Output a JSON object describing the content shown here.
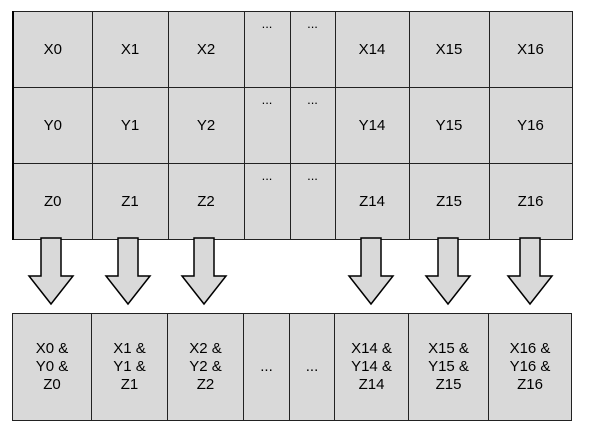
{
  "columns": [
    "0",
    "1",
    "2",
    "...",
    "...",
    "14",
    "15",
    "16"
  ],
  "rows": [
    {
      "name": "x",
      "cells": [
        "X0",
        "X1",
        "X2",
        "...",
        "...",
        "X14",
        "X15",
        "X16"
      ]
    },
    {
      "name": "y",
      "cells": [
        "Y0",
        "Y1",
        "Y2",
        "...",
        "...",
        "Y14",
        "Y15",
        "Y16"
      ]
    },
    {
      "name": "z",
      "cells": [
        "Z0",
        "Z1",
        "Z2",
        "...",
        "...",
        "Z14",
        "Z15",
        "Z16"
      ]
    }
  ],
  "result": [
    "X0 &\nY0 &\nZ0",
    "X1 &\nY1 &\nZ1",
    "X2 &\nY2 &\nZ2",
    "...",
    "...",
    "X14 &\nY14 &\nZ14",
    "X15 &\nY15 &\nZ15",
    "X16 &\nY16 &\nZ16"
  ],
  "arrow_under_columns": [
    0,
    1,
    2,
    5,
    6,
    7
  ],
  "colors": {
    "cell_fill": "#d9d9d9",
    "border": "#222222",
    "arrow_fill": "#d9d9d9",
    "arrow_stroke": "#000000"
  }
}
